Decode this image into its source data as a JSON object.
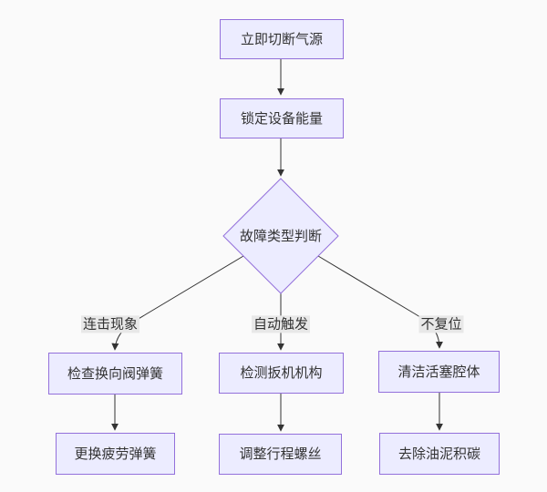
{
  "flowchart": {
    "type": "flowchart",
    "direction": "top-down",
    "colors": {
      "node_fill": "#ECECFF",
      "node_border": "#9370DB",
      "edge_line": "#333333",
      "edge_label_bg": "#e8e8e8",
      "text": "#333333",
      "background": "#fafafa"
    },
    "nodes": [
      {
        "id": "cut-gas",
        "shape": "rect",
        "label": "立即切断气源"
      },
      {
        "id": "lock-energy",
        "shape": "rect",
        "label": "锁定设备能量"
      },
      {
        "id": "fault-type",
        "shape": "diamond",
        "label": "故障类型判断"
      },
      {
        "id": "check-valve-spring",
        "shape": "rect",
        "label": "检查换向阀弹簧"
      },
      {
        "id": "check-trigger",
        "shape": "rect",
        "label": "检测扳机机构"
      },
      {
        "id": "clean-piston",
        "shape": "rect",
        "label": "清洁活塞腔体"
      },
      {
        "id": "replace-spring",
        "shape": "rect",
        "label": "更换疲劳弹簧"
      },
      {
        "id": "adjust-screw",
        "shape": "rect",
        "label": "调整行程螺丝"
      },
      {
        "id": "remove-carbon",
        "shape": "rect",
        "label": "去除油泥积碳"
      }
    ],
    "edges": [
      {
        "from": "cut-gas",
        "to": "lock-energy",
        "label": ""
      },
      {
        "from": "lock-energy",
        "to": "fault-type",
        "label": ""
      },
      {
        "from": "fault-type",
        "to": "check-valve-spring",
        "label": "连击现象"
      },
      {
        "from": "fault-type",
        "to": "check-trigger",
        "label": "自动触发"
      },
      {
        "from": "fault-type",
        "to": "clean-piston",
        "label": "不复位"
      },
      {
        "from": "check-valve-spring",
        "to": "replace-spring",
        "label": ""
      },
      {
        "from": "check-trigger",
        "to": "adjust-screw",
        "label": ""
      },
      {
        "from": "clean-piston",
        "to": "remove-carbon",
        "label": ""
      }
    ]
  }
}
